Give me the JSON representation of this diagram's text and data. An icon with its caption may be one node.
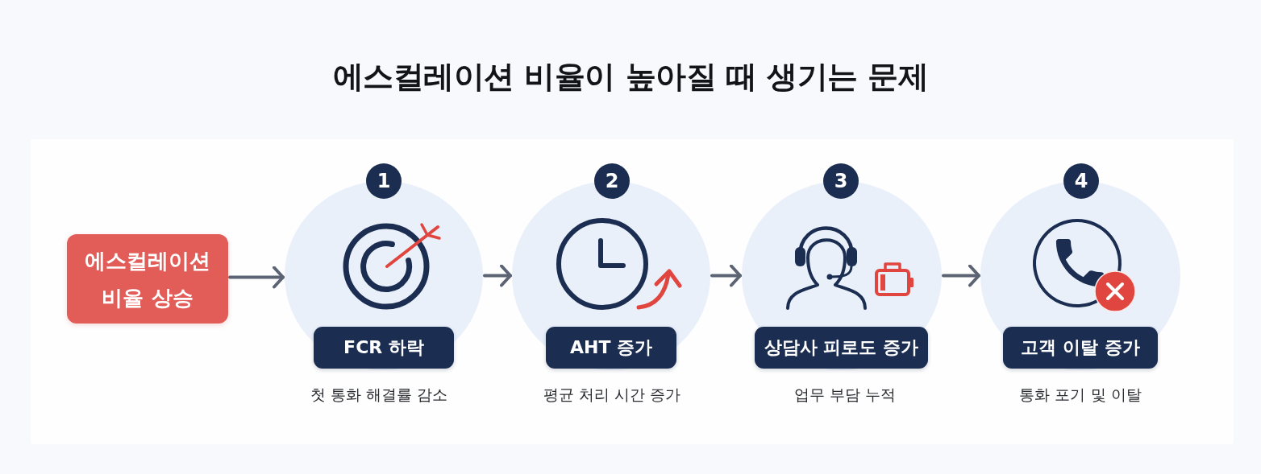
{
  "diagram": {
    "title": "에스컬레이션 비율이 높아질 때 생기는 문제",
    "nodes": [
      {
        "text": [
          "에스컬레이션 비율 상승"
        ]
      },
      {
        "text": [
          "1"
        ]
      },
      {
        "text": [],
        "shape": "circle",
        "beside": [
          "첫 통화 해결률 감소"
        ]
      },
      {
        "text": [
          "FCR 하락"
        ],
        "in": 2
      },
      {
        "text": [
          "2"
        ]
      },
      {
        "text": [],
        "shape": "circle",
        "beside": [
          "평균 처리 시간 증가"
        ]
      },
      {
        "text": [
          "AHT 증가"
        ],
        "in": 5
      },
      {
        "text": [
          "3"
        ]
      },
      {
        "text": [],
        "shape": "circle",
        "beside": [
          "업무 부담 누적"
        ]
      },
      {
        "text": [
          "상담사 피로도 증가"
        ],
        "in": 8
      },
      {
        "text": [
          "4"
        ]
      },
      {
        "text": [],
        "shape": "circle",
        "beside": [
          "통화 포기 및 이탈"
        ]
      },
      {
        "text": [
          "고객 이탈 증가"
        ],
        "in": 11
      }
    ],
    "edges": [
      {
        "from": 0,
        "to": 2,
        "arrow": "to"
      },
      {
        "from": 2,
        "to": 5,
        "arrow": "to"
      },
      {
        "from": 5,
        "to": 8,
        "arrow": "to"
      },
      {
        "from": 8,
        "to": 11,
        "arrow": "to"
      }
    ]
  }
}
